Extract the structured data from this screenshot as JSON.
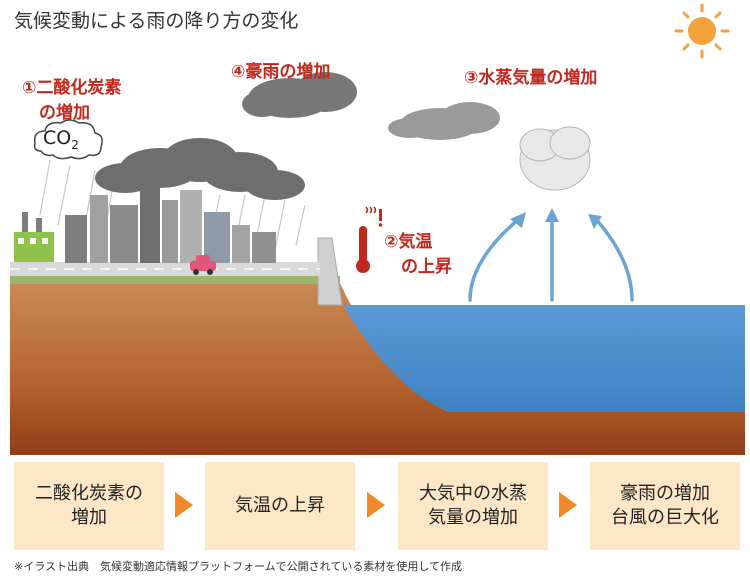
{
  "title": "気候変動による雨の降り方の変化",
  "labels": {
    "co2_increase": "①二酸化炭素\n　の増加",
    "temp_rise": "②気温\n　の上昇",
    "vapor_increase": "③水蒸気量の増加",
    "heavy_rain": "④豪雨の増加"
  },
  "co2": {
    "main": "CO",
    "sub": "2"
  },
  "flow_steps": [
    "二酸化炭素の\n増加",
    "気温の上昇",
    "大気中の水蒸\n気量の増加",
    "豪雨の増加\n台風の巨大化"
  ],
  "footnote": "※イラスト出典　気候変動適応情報プラットフォームで公開されている素材を使用して作成",
  "colors": {
    "label_red": "#c0281e",
    "sea": "#4a8fcf",
    "soil": "#b86a35",
    "arrow_blue": "#6ea3d6",
    "flow_box": "#fde7c7",
    "flow_arrow": "#ef8a2a",
    "sun": "#f4a23c"
  }
}
